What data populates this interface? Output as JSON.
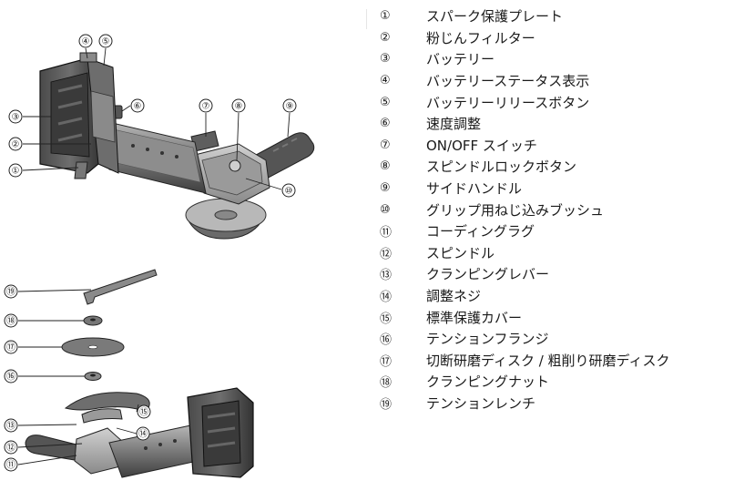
{
  "callouts": [
    "①",
    "②",
    "③",
    "④",
    "⑤",
    "⑥",
    "⑦",
    "⑧",
    "⑨",
    "⑩",
    "⑪",
    "⑫",
    "⑬",
    "⑭",
    "⑮",
    "⑯",
    "⑰",
    "⑱",
    "⑲"
  ],
  "legend": [
    {
      "num": "①",
      "label": "スパーク保護プレート"
    },
    {
      "num": "②",
      "label": "粉じんフィルター"
    },
    {
      "num": "③",
      "label": "バッテリー"
    },
    {
      "num": "④",
      "label": "バッテリーステータス表示"
    },
    {
      "num": "⑤",
      "label": "バッテリーリリースボタン"
    },
    {
      "num": "⑥",
      "label": "速度調整"
    },
    {
      "num": "⑦",
      "label": "ON/OFF スイッチ"
    },
    {
      "num": "⑧",
      "label": "スピンドルロックボタン"
    },
    {
      "num": "⑨",
      "label": "サイドハンドル"
    },
    {
      "num": "⑩",
      "label": "グリップ用ねじ込みブッシュ"
    },
    {
      "num": "⑪",
      "label": "コーディングラグ"
    },
    {
      "num": "⑫",
      "label": "スピンドル"
    },
    {
      "num": "⑬",
      "label": "クランピングレバー"
    },
    {
      "num": "⑭",
      "label": "調整ネジ"
    },
    {
      "num": "⑮",
      "label": "標準保護カバー"
    },
    {
      "num": "⑯",
      "label": "テンションフランジ"
    },
    {
      "num": "⑰",
      "label": "切断研磨ディスク / 粗削り研磨ディスク"
    },
    {
      "num": "⑱",
      "label": "クランピングナット"
    },
    {
      "num": "⑲",
      "label": "テンションレンチ"
    }
  ]
}
